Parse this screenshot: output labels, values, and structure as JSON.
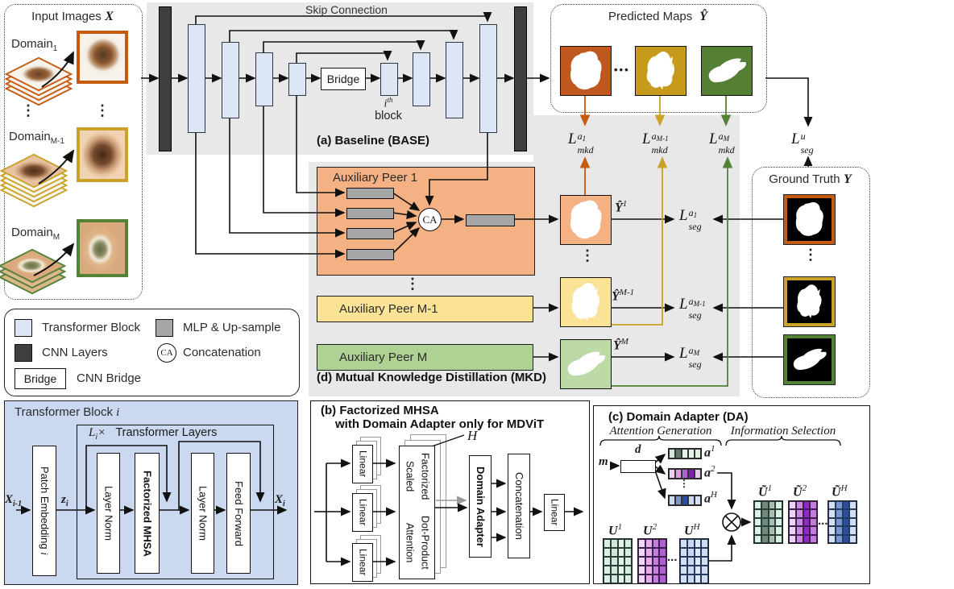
{
  "input_panel": {
    "title": "Input Images",
    "title_math": "X",
    "domains": [
      {
        "name": "Domain",
        "sub": "1"
      },
      {
        "name": "Domain",
        "sub": "M-1"
      },
      {
        "name": "Domain",
        "sub": "M"
      }
    ],
    "vdots": "⋮"
  },
  "base_panel": {
    "skip": "Skip Connection",
    "bridge": "Bridge",
    "ith_i": "i",
    "ith_sup": "th",
    "ith_word": "block",
    "caption": "(a) Baseline (BASE)"
  },
  "predicted_panel": {
    "title": "Predicted Maps",
    "title_math": "Ŷ",
    "dots": "•••"
  },
  "mkd_panel": {
    "peer1": "Auxiliary Peer 1",
    "peer2": "Auxiliary Peer M-1",
    "peer3": "Auxiliary Peer M",
    "ca": "CA",
    "caption": "(d) Mutual Knowledge Distillation (MKD)",
    "vdots": "⋮",
    "yhat": "Ŷ",
    "sup1": "1",
    "sup2": "M-1",
    "sup3": "M"
  },
  "losses": {
    "mkd1": {
      "L": "L",
      "sup": "a",
      "supsub": "1",
      "sub": "mkd"
    },
    "mkd2": {
      "L": "L",
      "sup": "a",
      "supsub": "M-1",
      "sub": "mkd"
    },
    "mkd3": {
      "L": "L",
      "sup": "a",
      "supsub": "M",
      "sub": "mkd"
    },
    "segu": {
      "L": "L",
      "sup": "u",
      "supsub": "",
      "sub": "seg"
    },
    "seg1": {
      "L": "L",
      "sup": "a",
      "supsub": "1",
      "sub": "seg"
    },
    "seg2": {
      "L": "L",
      "sup": "a",
      "supsub": "M-1",
      "sub": "seg"
    },
    "seg3": {
      "L": "L",
      "sup": "a",
      "supsub": "M",
      "sub": "seg"
    }
  },
  "gt_panel": {
    "title": "Ground Truth",
    "title_math": "Y",
    "vdots": "⋮"
  },
  "legend": {
    "transformer": "Transformer Block",
    "mlp": "MLP & Up-sample",
    "cnn": "CNN Layers",
    "concat": "Concatenation",
    "bridge_box": "Bridge",
    "bridge": "CNN Bridge",
    "ca": "CA"
  },
  "tblock": {
    "title": "Transformer Block ",
    "i": "i",
    "L": "L",
    "L_sub": "i",
    "times": "×",
    "layers": "Transformer Layers",
    "patch": "Patch Embedding ",
    "ln1": "Layer Norm",
    "mhsa": "Factorized MHSA",
    "ln2": "Layer Norm",
    "ff": "Feed Forward",
    "x_in": "X",
    "x_in_sub": "i-1",
    "z": "z",
    "z_sub": "i",
    "x_out": "X",
    "x_out_sub": "i"
  },
  "panel_b": {
    "title1": "(b) Factorized MHSA",
    "title2": "with Domain Adapter only for MDViT",
    "linear": "Linear",
    "fsdpa1": "Factorized Scaled",
    "fsdpa2": "Dot-Product Attention",
    "da": "Domain Adapter",
    "concat": "Concatenation",
    "h": "H"
  },
  "panel_c": {
    "title": "(c) Domain Adapter (DA)",
    "header1": "Attention Generation",
    "header2": "Information Selection",
    "m": "m",
    "d": "d",
    "a": "a",
    "a1": "1",
    "a2": "2",
    "aH": "H",
    "U": "U",
    "U1": "1",
    "U2": "2",
    "UH": "H",
    "Ut": "Ũ",
    "vdots": "⋮",
    "hdots": "..."
  },
  "colors": {
    "domain_orange": "#C55A11",
    "domain_gold": "#C9A227",
    "domain_green": "#538135",
    "peer_orange": "#F4B183",
    "peer_gold": "#FAE396",
    "peer_green": "#AED194",
    "map_green": "#BCD9A6",
    "pred_orange": "#C0571E",
    "pred_gold": "#C79A1B",
    "pred_green": "#557F35"
  }
}
